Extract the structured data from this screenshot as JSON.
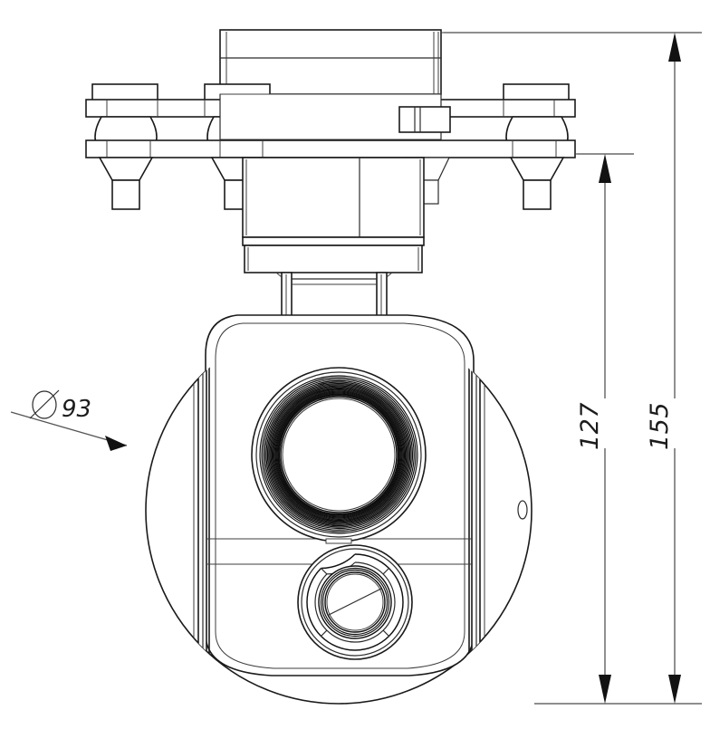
{
  "drawing": {
    "title": "Gimbal Camera Front Elevation",
    "type": "engineering-orthographic-drawing",
    "units": "mm",
    "background_color": "#ffffff",
    "line_color": "#1a1a1a",
    "dimension_color": "#555555",
    "text_color": "#1b1b1b"
  },
  "dimensions": {
    "diameter_label": {
      "name": "sphere-diameter",
      "symbol": "Ø",
      "value": "93",
      "text": "Ø 93",
      "orientation": "horizontal",
      "leader": "angled-leader-with-arrowhead",
      "target": "main-sphere-left-arc"
    },
    "height_inner": {
      "name": "gimbal-body-height",
      "value": "127",
      "text": "127",
      "orientation": "vertical-rotated-90",
      "from": "mounting-plate-underside",
      "to": "sphere-bottom"
    },
    "height_overall": {
      "name": "overall-height",
      "value": "155",
      "text": "155",
      "orientation": "vertical-rotated-90",
      "from": "top-housing-top-face",
      "to": "sphere-bottom"
    }
  },
  "components": {
    "top_housing": {
      "name": "top-connector-housing",
      "description": "rectangular housing on top of mounting plate"
    },
    "mounting_plate": {
      "name": "mounting-plate",
      "description": "upper and lower damper mounting plates"
    },
    "dampers": {
      "name": "vibration-damper-balls",
      "count": 4,
      "description": "spherical rubber vibration isolators between plates"
    },
    "mounting_posts": {
      "name": "mounting-posts",
      "count": 4,
      "description": "tapered cone with cylindrical stud below lower plate"
    },
    "yaw_motor": {
      "name": "yaw-motor-housing",
      "description": "stepped cylindrical yaw axis housing"
    },
    "neck": {
      "name": "gimbal-neck",
      "description": "narrow twin-column neck linking yaw housing to sphere"
    },
    "sphere": {
      "name": "main-camera-sphere",
      "description": "spherical gimbal body"
    },
    "side_panels": {
      "name": "roll-axis-side-covers",
      "count": 2,
      "description": "left and right vertical seam side covers"
    },
    "faceplate": {
      "name": "camera-faceplate",
      "description": "rounded inner faceplate carrying the optics"
    },
    "main_lens": {
      "name": "main-optical-lens",
      "description": "large upper lens with multi-ring focus barrel"
    },
    "secondary_sensor": {
      "name": "thermal-sensor-lens",
      "description": "lower segmented-ring sensor with diagonal element"
    },
    "side_port": {
      "name": "side-port-hole",
      "description": "small oval port on right side of sphere"
    },
    "seam_lines": {
      "name": "faceplate-seam-lines",
      "count": 2,
      "description": "two horizontal seams between upper and lower optics"
    }
  },
  "icons": {
    "diameter_symbol": "diameter-icon",
    "arrow_up": "arrow-up-icon",
    "arrow_down": "arrow-down-icon",
    "leader_arrow": "leader-arrow-icon"
  }
}
